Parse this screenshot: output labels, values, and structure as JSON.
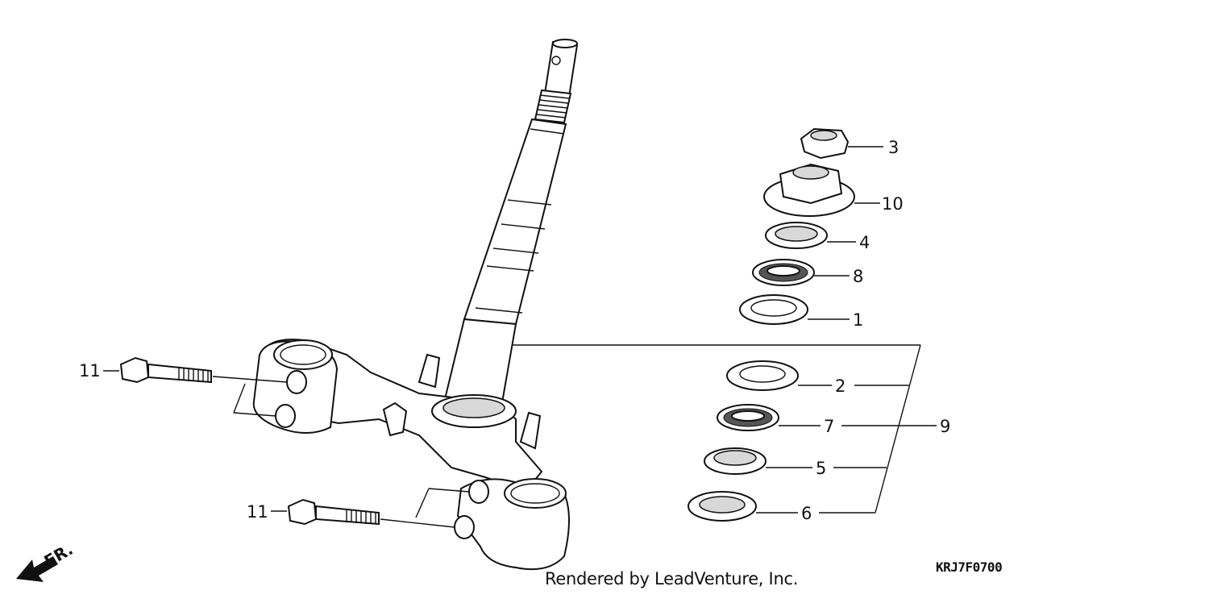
{
  "diagram": {
    "labels": {
      "p1": "1",
      "p2": "2",
      "p3": "3",
      "p4": "4",
      "p5": "5",
      "p6": "6",
      "p7": "7",
      "p8": "8",
      "p9": "9",
      "p10": "10",
      "p11_upper": "11",
      "p11_lower": "11"
    },
    "direction_indicator": "FR.",
    "drawing_code": "KRJ7F0700",
    "footer_text": "Rendered by LeadVenture, Inc."
  }
}
